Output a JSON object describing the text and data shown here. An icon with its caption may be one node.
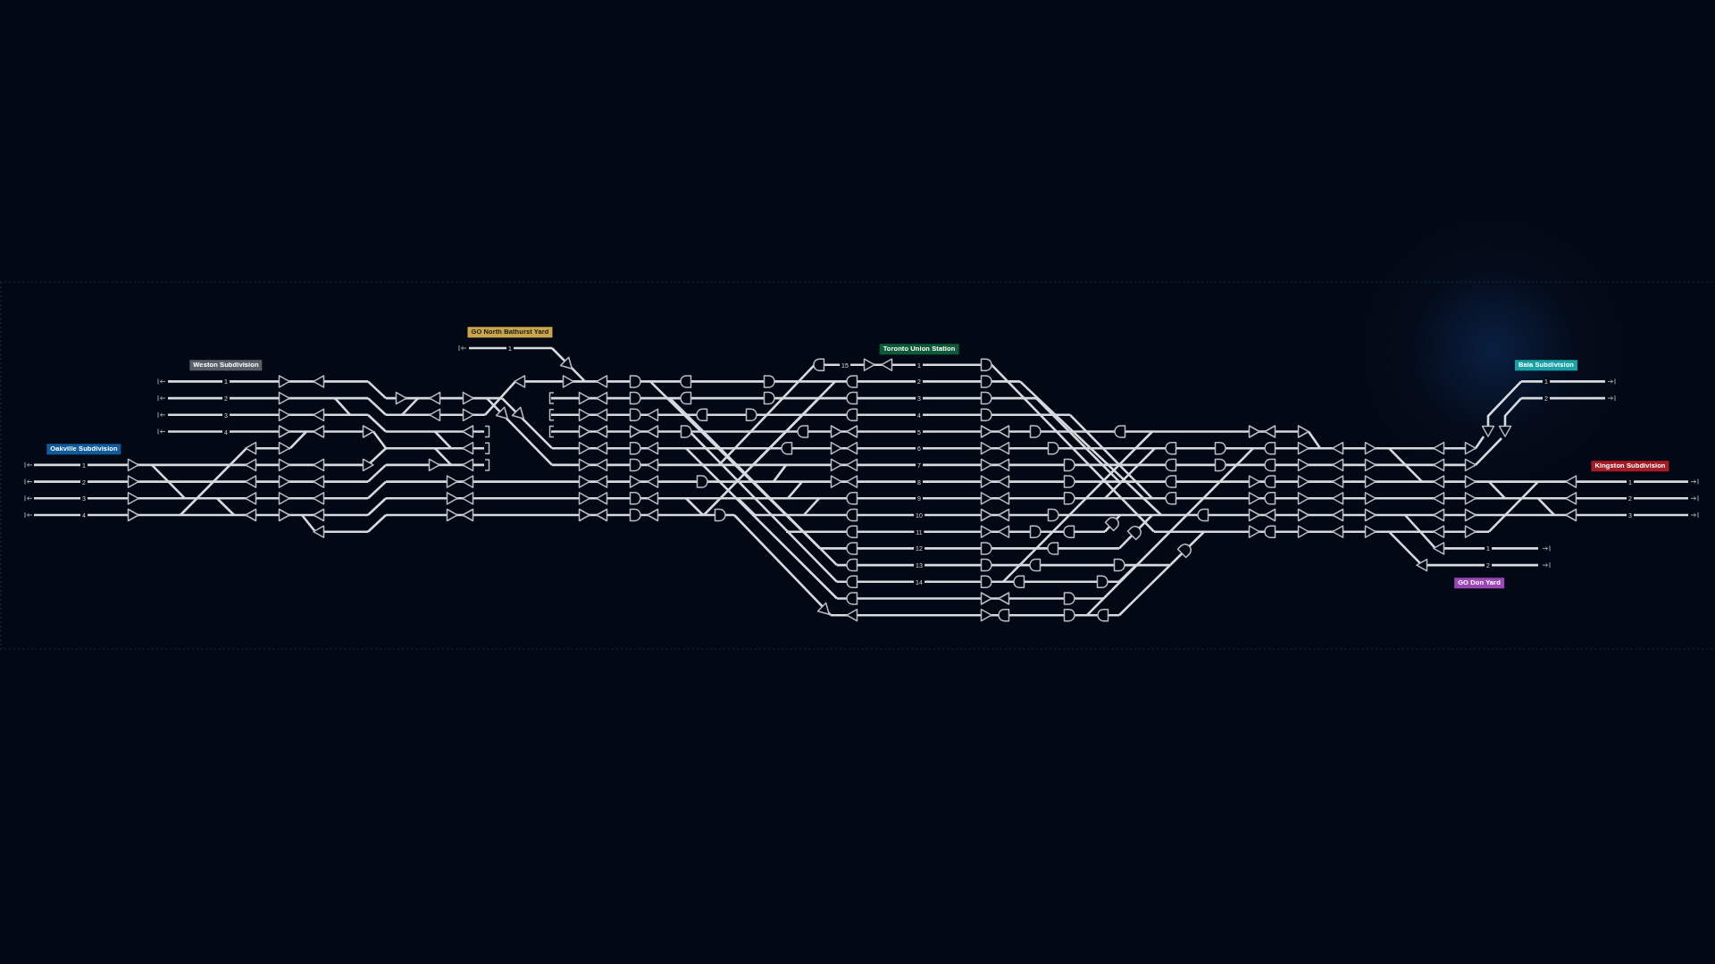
{
  "diagram": {
    "nodes": [
      {
        "text": [
          "GO North Bathurst Yard"
        ]
      },
      {
        "text": [
          "Toronto Union Station"
        ]
      },
      {
        "text": [
          "Weston Subdivision"
        ]
      },
      {
        "text": [
          "Bala Subdivision"
        ]
      },
      {
        "text": [
          "Oakville Subdivision"
        ]
      },
      {
        "text": [
          "Kingston Subdivision"
        ]
      },
      {
        "text": [
          "GO Don Yard"
        ]
      }
    ],
    "labels": [
      "1",
      "15",
      "1",
      "1",
      "2",
      "1",
      "2",
      "3",
      "2",
      "3",
      "4",
      "4",
      "5",
      "6",
      "1",
      "7",
      "2",
      "8",
      "1",
      "3",
      "9",
      "2",
      "4",
      "10",
      "3",
      "11",
      "12",
      "1",
      "13",
      "2",
      "14"
    ]
  }
}
